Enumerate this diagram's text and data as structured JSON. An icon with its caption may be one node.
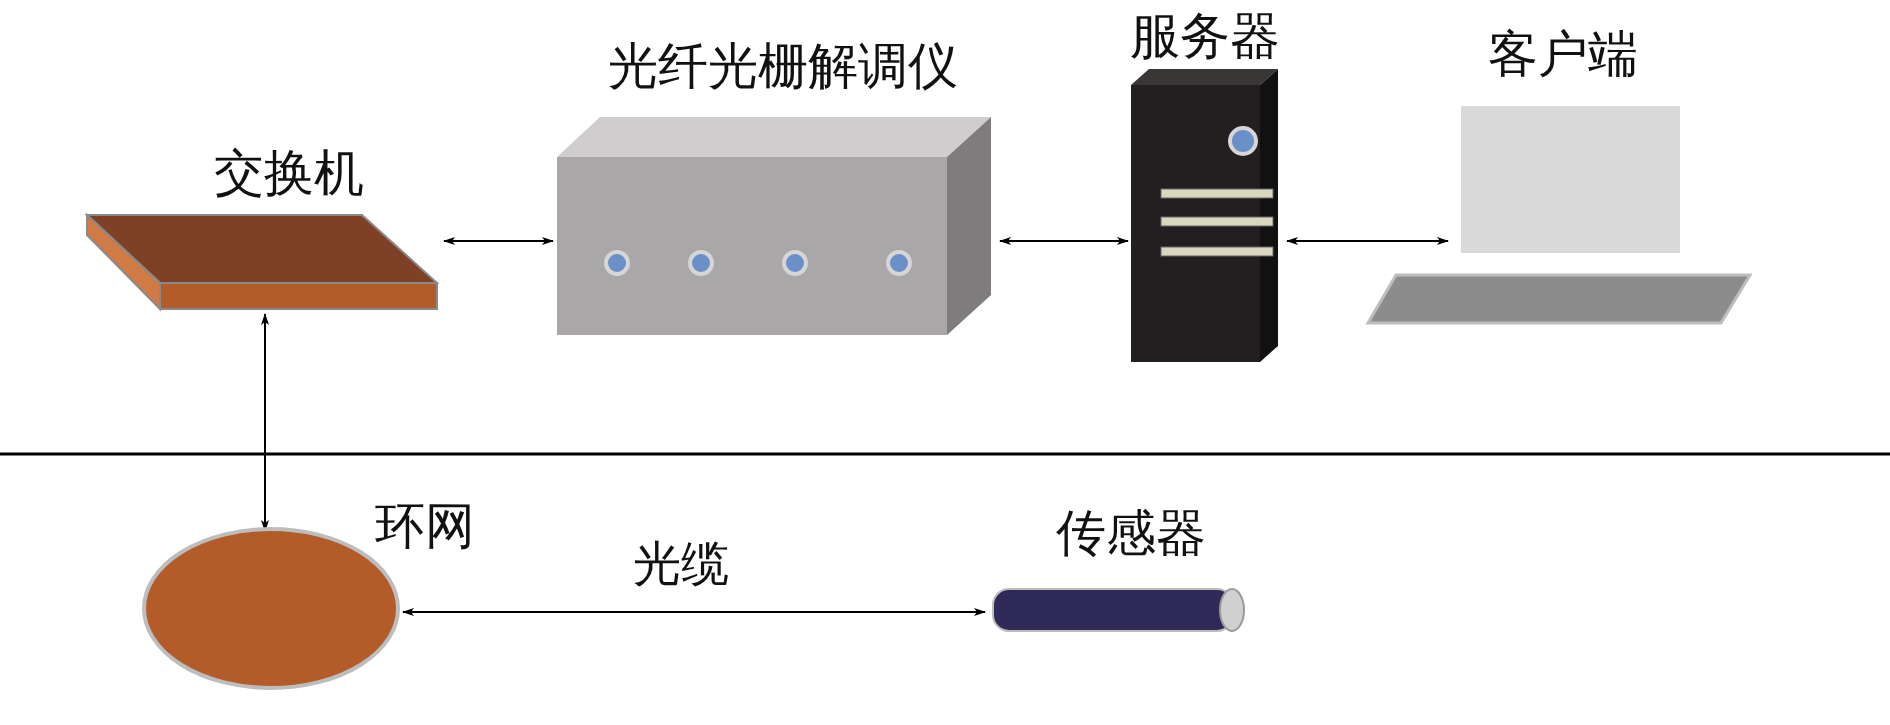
{
  "diagram": {
    "nodes": [
      {
        "text": [
          "交换机"
        ]
      },
      {
        "text": [
          "光纤光栅解调仪"
        ]
      },
      {
        "text": [
          "服务器"
        ]
      },
      {
        "text": [
          "客户端"
        ]
      },
      {
        "text": [
          "环网"
        ]
      },
      {
        "text": [
          "传感器"
        ]
      }
    ],
    "edges": [
      {
        "from": 0,
        "to": 1,
        "arrow": "both"
      },
      {
        "from": 1,
        "to": 2,
        "arrow": "both"
      },
      {
        "from": 2,
        "to": 3,
        "arrow": "both"
      },
      {
        "from": 0,
        "to": 4,
        "arrow": "both"
      },
      {
        "from": 4,
        "to": 5,
        "arrow": "both",
        "label": "光缆"
      }
    ]
  }
}
